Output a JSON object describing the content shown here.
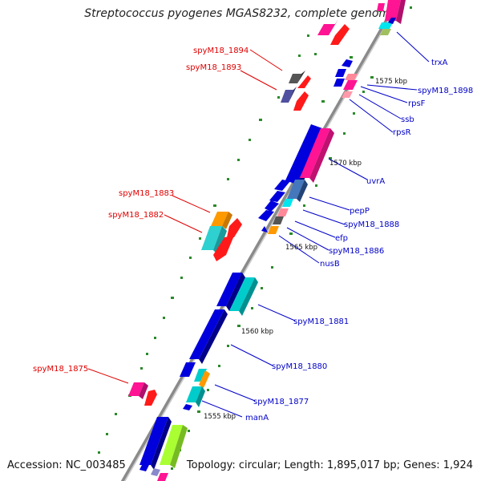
{
  "title": "Streptococcus pyogenes MGAS8232, complete genome",
  "footer": {
    "accession": "Accession: NC_003485",
    "summary": "Topology: circular; Length: 1,895,017 bp; Genes: 1,924"
  },
  "colors": {
    "backbone": "#808080",
    "forward_label": "#e00000",
    "reverse_label": "#0000c8",
    "tick": "#2a8a2a"
  },
  "scale_labels": [
    "1575 kbp",
    "1570 kbp",
    "1565 kbp",
    "1560 kbp",
    "1555 kbp"
  ],
  "forward_gene_labels": [
    "spyM18_1894",
    "spyM18_1893",
    "spyM18_1883",
    "spyM18_1882",
    "spyM18_1875"
  ],
  "reverse_gene_labels": [
    "trxA",
    "spyM18_1898",
    "rpsF",
    "ssb",
    "rpsR",
    "uvrA",
    "pepP",
    "spyM18_1888",
    "efp",
    "spyM18_1886",
    "nusB",
    "spyM18_1881",
    "spyM18_1880",
    "spyM18_1877",
    "manA"
  ]
}
